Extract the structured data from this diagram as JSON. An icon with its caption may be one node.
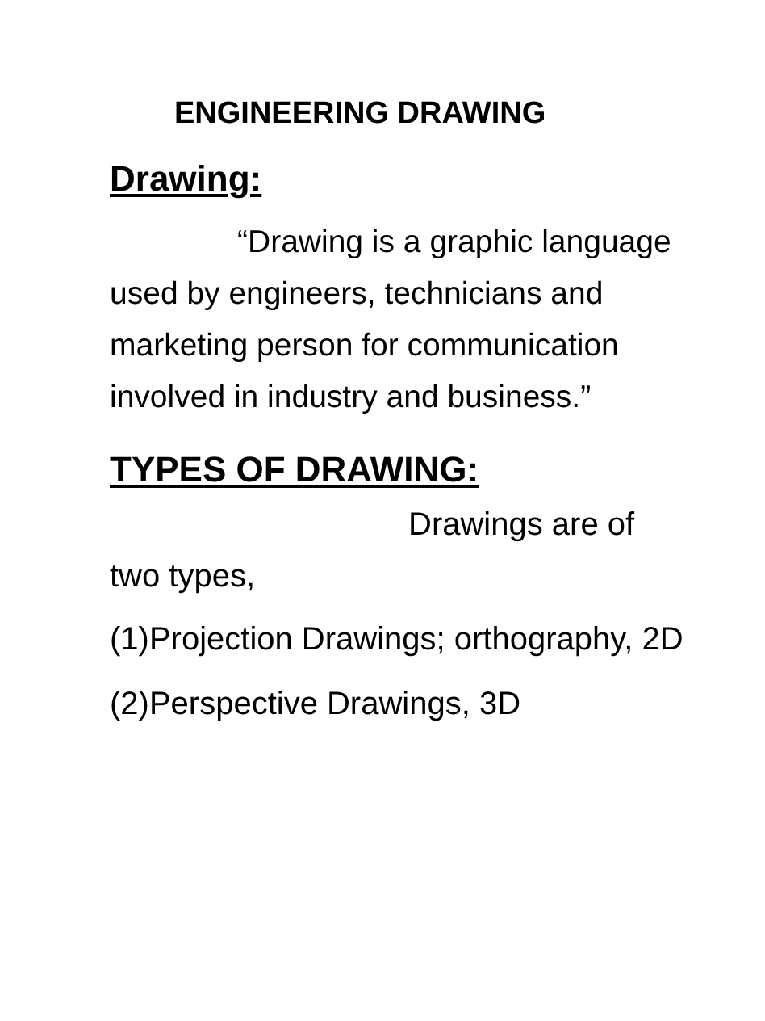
{
  "diagram": {
    "title": "ENGINEERING DRAWING",
    "labels": [
      "Drawing:",
      "“Drawing is a graphic language used by engineers, technicians  and marketing person for communication involved in industry and business.”",
      "TYPES OF DRAWING:",
      "Drawings are of two types,",
      "(1)Projection Drawings; orthography, 2D",
      "(2)Perspective Drawings, 3D"
    ]
  }
}
